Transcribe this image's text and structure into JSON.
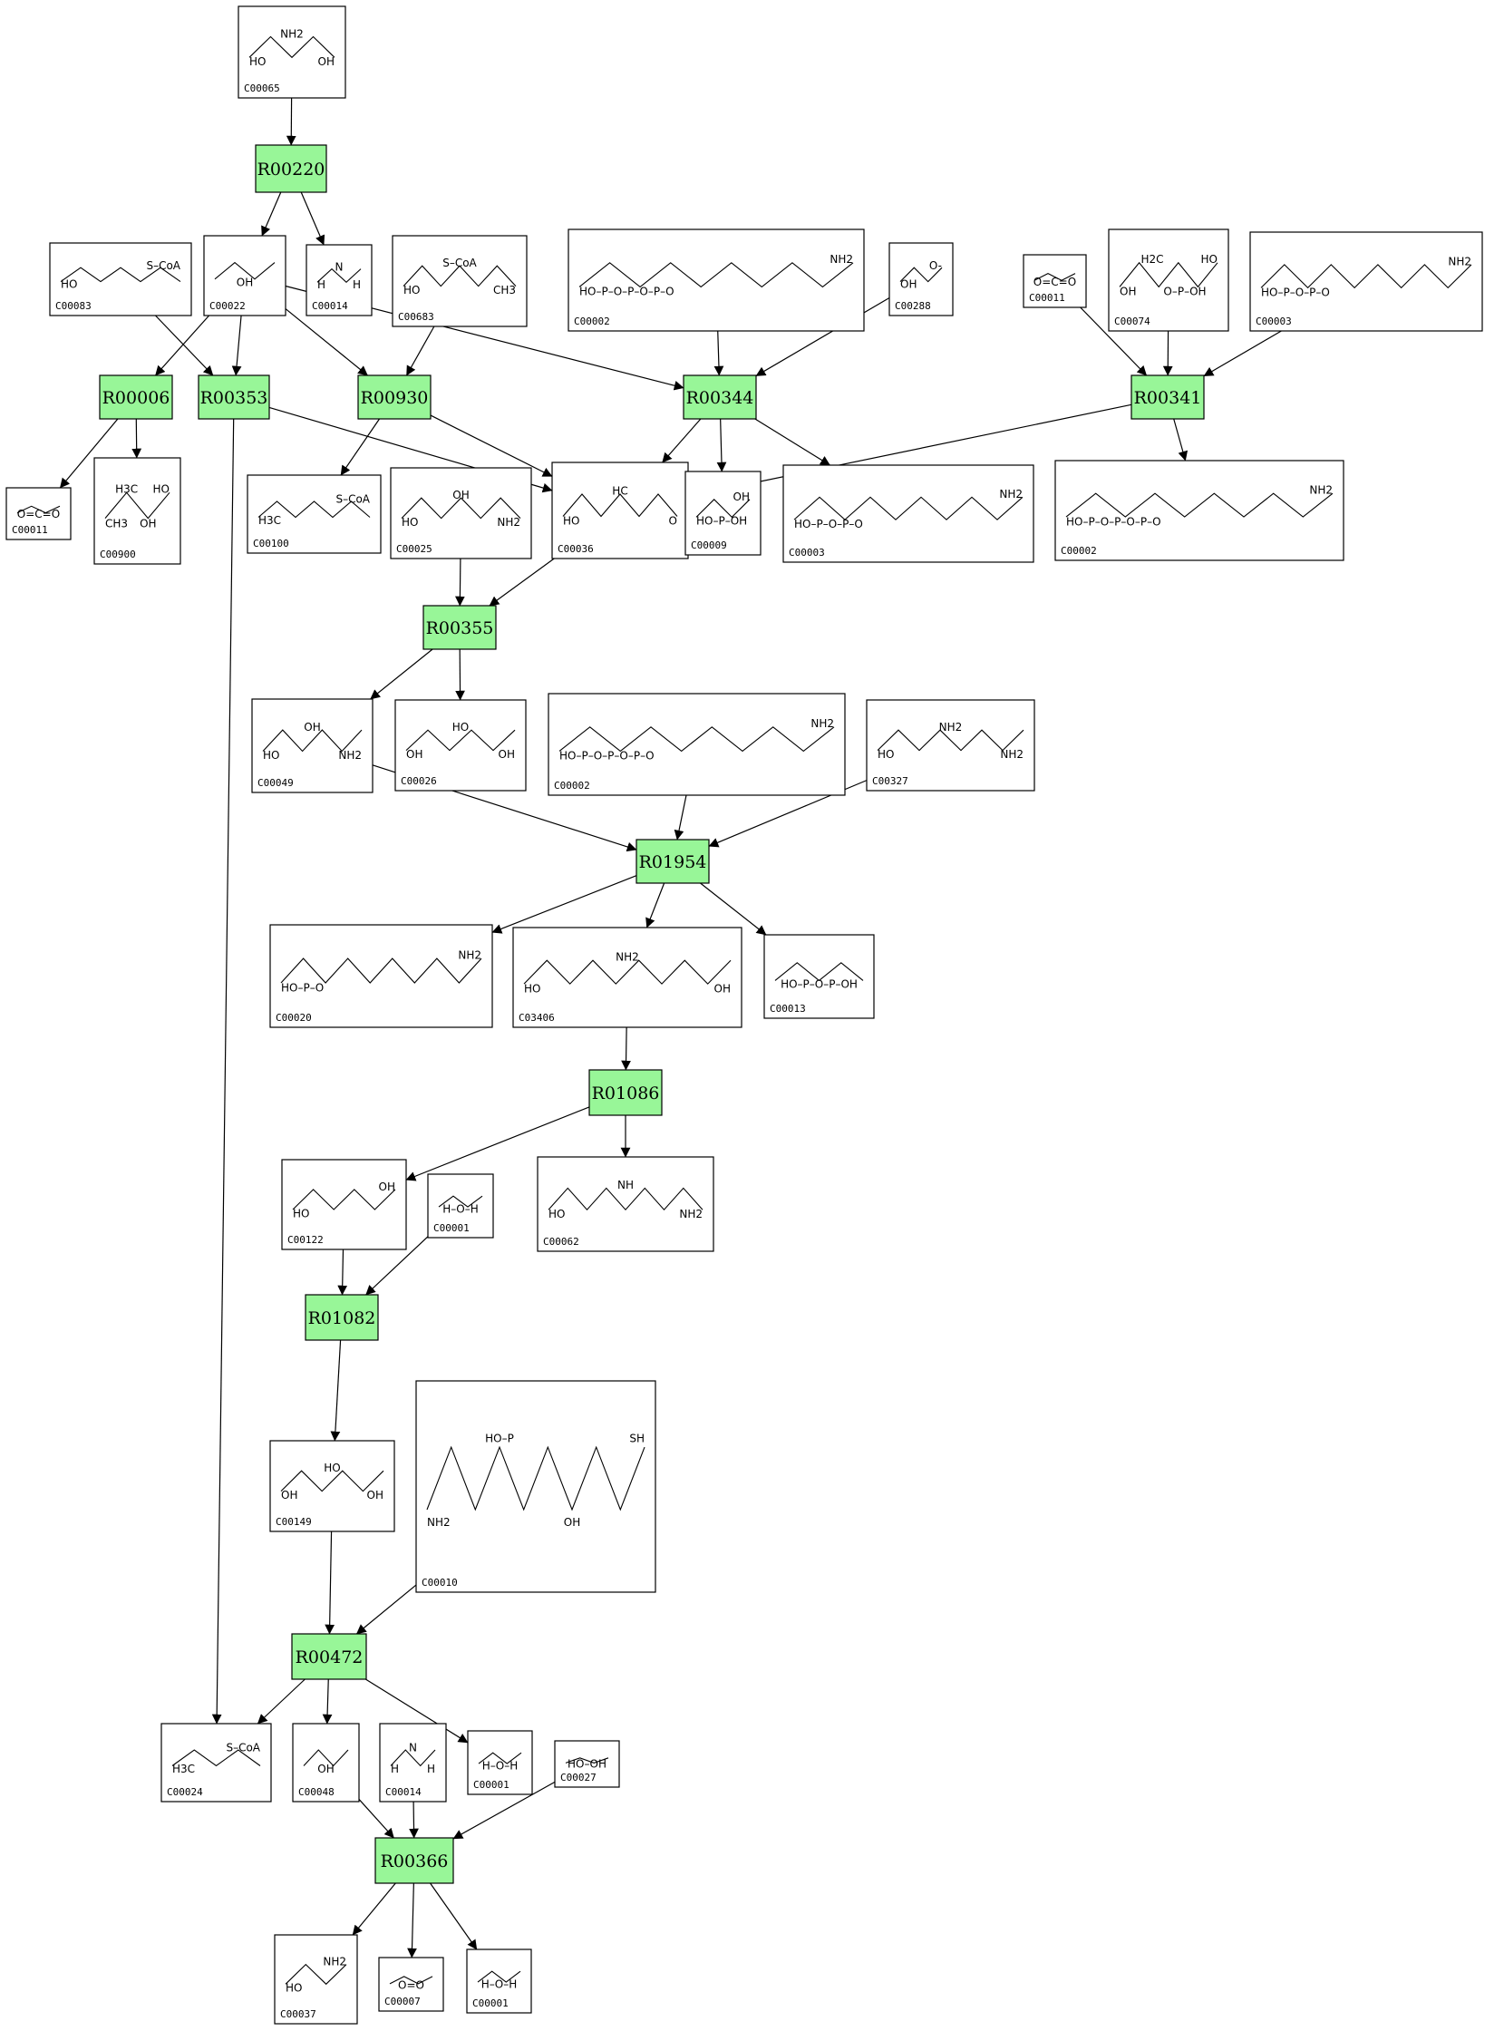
{
  "reactions": [
    {
      "id": "R00220"
    },
    {
      "id": "R00006"
    },
    {
      "id": "R00353"
    },
    {
      "id": "R00930"
    },
    {
      "id": "R00344"
    },
    {
      "id": "R00341"
    },
    {
      "id": "R00355"
    },
    {
      "id": "R01954"
    },
    {
      "id": "R01086"
    },
    {
      "id": "R01082"
    },
    {
      "id": "R00472"
    },
    {
      "id": "R00366"
    }
  ],
  "compounds": [
    {
      "key": "c00065",
      "id": "C00065",
      "labels": [
        "HO",
        "NH2",
        "OH"
      ]
    },
    {
      "key": "c00083",
      "id": "C00083",
      "labels": [
        "HO",
        "S–CoA"
      ]
    },
    {
      "key": "c00022",
      "id": "C00022",
      "labels": [
        "OH"
      ]
    },
    {
      "key": "c00014a",
      "id": "C00014",
      "labels": [
        "H",
        "N",
        "H"
      ]
    },
    {
      "key": "c00683",
      "id": "C00683",
      "labels": [
        "HO",
        "S–CoA",
        "CH3"
      ]
    },
    {
      "key": "c00002a",
      "id": "C00002",
      "labels": [
        "HO–P–O–P–O–P–O",
        "NH2"
      ]
    },
    {
      "key": "c00288",
      "id": "C00288",
      "labels": [
        "OH",
        "O-"
      ]
    },
    {
      "key": "c00011a",
      "id": "C00011",
      "labels": [
        "O=C=O"
      ]
    },
    {
      "key": "c00074",
      "id": "C00074",
      "labels": [
        "OH",
        "H2C",
        "O–P–OH",
        "HO"
      ]
    },
    {
      "key": "c00003a",
      "id": "C00003",
      "labels": [
        "HO–P–O–P–O",
        "NH2"
      ]
    },
    {
      "key": "c00011b",
      "id": "C00011",
      "labels": [
        "O=C=O"
      ]
    },
    {
      "key": "c00900",
      "id": "C00900",
      "labels": [
        "CH3",
        "H3C",
        "OH",
        "HO"
      ]
    },
    {
      "key": "c00100",
      "id": "C00100",
      "labels": [
        "H3C",
        "S–CoA"
      ]
    },
    {
      "key": "c00025",
      "id": "C00025",
      "labels": [
        "HO",
        "OH",
        "NH2"
      ]
    },
    {
      "key": "c00036",
      "id": "C00036",
      "labels": [
        "HO",
        "HC",
        "O"
      ]
    },
    {
      "key": "c00009",
      "id": "C00009",
      "labels": [
        "HO–P–OH",
        "OH"
      ]
    },
    {
      "key": "c00003b",
      "id": "C00003",
      "labels": [
        "HO–P–O–P–O",
        "NH2"
      ]
    },
    {
      "key": "c00002b",
      "id": "C00002",
      "labels": [
        "HO–P–O–P–O–P–O",
        "NH2"
      ]
    },
    {
      "key": "c00049",
      "id": "C00049",
      "labels": [
        "HO",
        "OH",
        "NH2"
      ]
    },
    {
      "key": "c00026",
      "id": "C00026",
      "labels": [
        "OH",
        "HO",
        "OH"
      ]
    },
    {
      "key": "c00002c",
      "id": "C00002",
      "labels": [
        "HO–P–O–P–O–P–O",
        "NH2"
      ]
    },
    {
      "key": "c00327",
      "id": "C00327",
      "labels": [
        "HO",
        "NH2",
        "NH2"
      ]
    },
    {
      "key": "c00020",
      "id": "C00020",
      "labels": [
        "HO–P–O",
        "NH2"
      ]
    },
    {
      "key": "c03406",
      "id": "C03406",
      "labels": [
        "HO",
        "NH2",
        "OH"
      ]
    },
    {
      "key": "c00013",
      "id": "C00013",
      "labels": [
        "HO–P–O–P–OH"
      ]
    },
    {
      "key": "c00122",
      "id": "C00122",
      "labels": [
        "HO",
        "OH"
      ]
    },
    {
      "key": "c00001a",
      "id": "C00001",
      "labels": [
        "H–O–H"
      ]
    },
    {
      "key": "c00062",
      "id": "C00062",
      "labels": [
        "HO",
        "NH",
        "NH2"
      ]
    },
    {
      "key": "c00149",
      "id": "C00149",
      "labels": [
        "OH",
        "HO",
        "OH"
      ]
    },
    {
      "key": "c00010",
      "id": "C00010",
      "labels": [
        "NH2",
        "HO–P",
        "OH",
        "SH"
      ]
    },
    {
      "key": "c00024",
      "id": "C00024",
      "labels": [
        "H3C",
        "S–CoA"
      ]
    },
    {
      "key": "c00048",
      "id": "C00048",
      "labels": [
        "OH"
      ]
    },
    {
      "key": "c00014b",
      "id": "C00014",
      "labels": [
        "H",
        "N",
        "H"
      ]
    },
    {
      "key": "c00001b",
      "id": "C00001",
      "labels": [
        "H–O–H"
      ]
    },
    {
      "key": "c00027",
      "id": "C00027",
      "labels": [
        "HO–OH"
      ]
    },
    {
      "key": "c00037",
      "id": "C00037",
      "labels": [
        "HO",
        "NH2"
      ]
    },
    {
      "key": "c00007",
      "id": "C00007",
      "labels": [
        "O=O"
      ]
    },
    {
      "key": "c00001c",
      "id": "C00001",
      "labels": [
        "H–O–H"
      ]
    }
  ],
  "edges": [
    [
      "c00065",
      "R00220"
    ],
    [
      "R00220",
      "c00022"
    ],
    [
      "R00220",
      "c00014a"
    ],
    [
      "c00083",
      "R00353"
    ],
    [
      "c00022",
      "R00006"
    ],
    [
      "c00022",
      "R00353"
    ],
    [
      "c00022",
      "R00930"
    ],
    [
      "c00022",
      "R00344"
    ],
    [
      "c00683",
      "R00930"
    ],
    [
      "c00002a",
      "R00344"
    ],
    [
      "c00288",
      "R00344"
    ],
    [
      "c00011a",
      "R00341"
    ],
    [
      "c00074",
      "R00341"
    ],
    [
      "c00003a",
      "R00341"
    ],
    [
      "R00006",
      "c00011b"
    ],
    [
      "R00006",
      "c00900"
    ],
    [
      "R00353",
      "c00036"
    ],
    [
      "R00353",
      "c00024"
    ],
    [
      "R00930",
      "c00100"
    ],
    [
      "R00930",
      "c00036"
    ],
    [
      "R00344",
      "c00036"
    ],
    [
      "R00344",
      "c00009"
    ],
    [
      "R00344",
      "c00003b"
    ],
    [
      "R00341",
      "c00036"
    ],
    [
      "R00341",
      "c00002b"
    ],
    [
      "c00025",
      "R00355"
    ],
    [
      "c00036",
      "R00355"
    ],
    [
      "R00355",
      "c00049"
    ],
    [
      "R00355",
      "c00026"
    ],
    [
      "c00049",
      "R01954"
    ],
    [
      "c00002c",
      "R01954"
    ],
    [
      "c00327",
      "R01954"
    ],
    [
      "R01954",
      "c00020"
    ],
    [
      "R01954",
      "c03406"
    ],
    [
      "R01954",
      "c00013"
    ],
    [
      "c03406",
      "R01086"
    ],
    [
      "R01086",
      "c00122"
    ],
    [
      "R01086",
      "c00062"
    ],
    [
      "c00122",
      "R01082"
    ],
    [
      "c00001a",
      "R01082"
    ],
    [
      "R01082",
      "c00149"
    ],
    [
      "c00149",
      "R00472"
    ],
    [
      "c00010",
      "R00472"
    ],
    [
      "R00472",
      "c00024"
    ],
    [
      "R00472",
      "c00048"
    ],
    [
      "R00472",
      "c00001b"
    ],
    [
      "c00048",
      "R00366"
    ],
    [
      "c00014b",
      "R00366"
    ],
    [
      "c00027",
      "R00366"
    ],
    [
      "R00366",
      "c00037"
    ],
    [
      "R00366",
      "c00007"
    ],
    [
      "R00366",
      "c00001c"
    ]
  ]
}
